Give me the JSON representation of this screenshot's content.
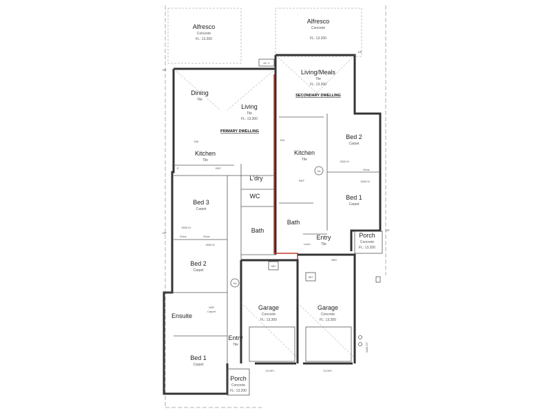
{
  "primary": {
    "heading": "PRIMARY DWELLING",
    "alfresco": {
      "name": "Alfresco",
      "floor": "Concrete",
      "level": "FL: 13.200"
    },
    "dining": {
      "name": "Dining",
      "floor": "Tile"
    },
    "living": {
      "name": "Living",
      "floor": "Tile",
      "level": "FL: 13.300"
    },
    "kitchen": {
      "name": "Kitchen",
      "floor": "Tile"
    },
    "laundry": {
      "name": "L'dry"
    },
    "wc": {
      "name": "WC"
    },
    "bath": {
      "name": "Bath"
    },
    "bed3": {
      "name": "Bed 3",
      "floor": "Carpet",
      "size": "2826 M"
    },
    "bed2": {
      "name": "Bed 2",
      "floor": "Carpet",
      "size": "2826 M"
    },
    "robe1": "Robe",
    "robe2": "Robe",
    "ensuite": {
      "name": "Ensuite"
    },
    "wir": {
      "name": "WIR",
      "floor": "Carpet"
    },
    "entry": {
      "name": "Entry",
      "floor": "Tile"
    },
    "bed1": {
      "name": "Bed 1",
      "floor": "Carpet"
    },
    "porch": {
      "name": "Porch",
      "floor": "Concrete",
      "level": "FL: 13.200"
    },
    "garage": {
      "name": "Garage",
      "floor": "Concrete",
      "level": "FL: 13.300"
    },
    "garage_door": "2124FL"
  },
  "secondary": {
    "heading": "SECONDARY DWELLING",
    "alfresco": {
      "name": "Alfresco",
      "floor": "Concrete",
      "level": "FL: 13.200"
    },
    "living": {
      "name": "Living/Meals",
      "floor": "Tile",
      "level": "FL: 13.300"
    },
    "kitchen": {
      "name": "Kitchen",
      "floor": "Tile"
    },
    "bed2": {
      "name": "Bed 2",
      "floor": "Carpet",
      "size": "2826 M"
    },
    "bed1": {
      "name": "Bed 1",
      "floor": "Carpet",
      "size": "2826 M"
    },
    "robe": "Robe",
    "bath": {
      "name": "Bath"
    },
    "linen": "Linen",
    "entry": {
      "name": "Entry",
      "floor": "Tile"
    },
    "porch": {
      "name": "Porch",
      "floor": "Concrete",
      "level": "FL: 13.200"
    },
    "garage": {
      "name": "Garage",
      "floor": "Concrete",
      "level": "FL: 13.300"
    },
    "garage_door": "2124FL"
  },
  "fixtures": {
    "ac": "AC C",
    "mh": "MH",
    "sbd": "SBD",
    "ref": "REF",
    "dw": "DW",
    "p": "P",
    "sa": "SA",
    "dp": "DP",
    "gas": "GAS CT"
  }
}
